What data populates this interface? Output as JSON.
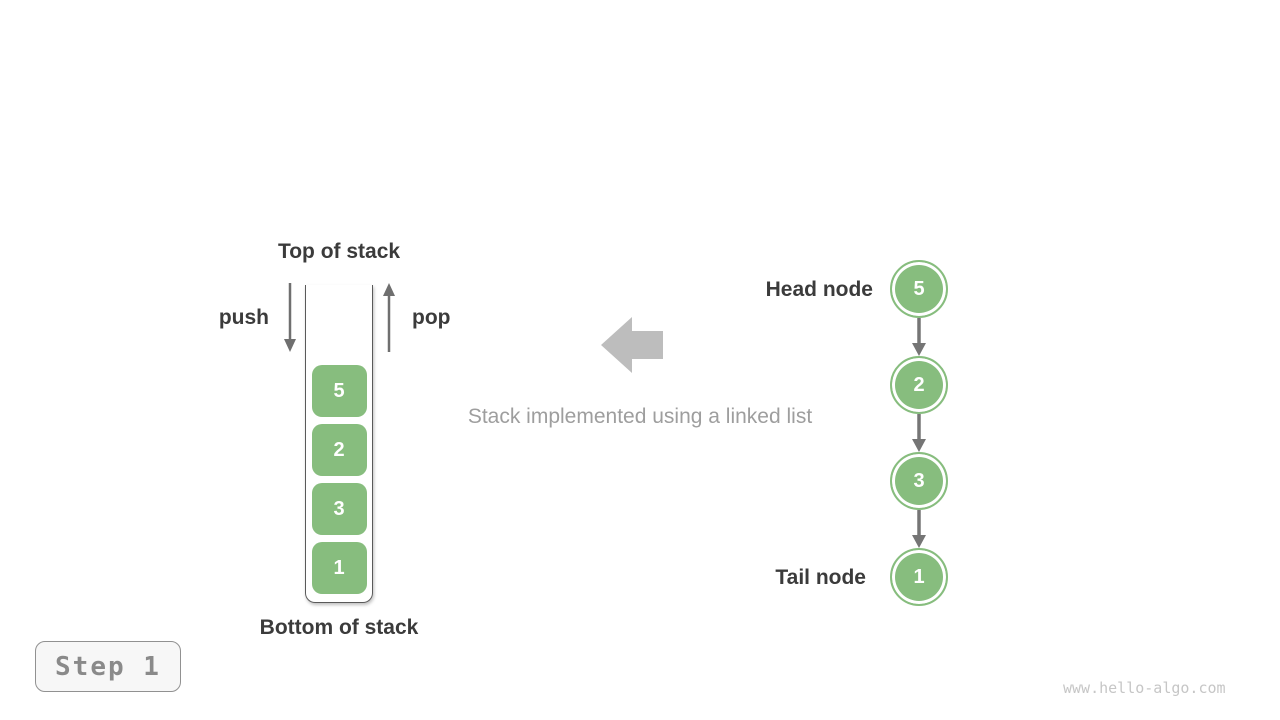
{
  "figure": {
    "caption": "Stack implemented using a linked list"
  },
  "stack": {
    "top_label": "Top of stack",
    "bottom_label": "Bottom of stack",
    "push_label": "push",
    "pop_label": "pop",
    "values": [
      "5",
      "2",
      "3",
      "1"
    ]
  },
  "linked_list": {
    "head_label": "Head node",
    "tail_label": "Tail node",
    "values": [
      "5",
      "2",
      "3",
      "1"
    ]
  },
  "step_badge": {
    "label": "Step 1"
  },
  "watermark": "www.hello-algo.com",
  "colors": {
    "node_green": "#87bd7e",
    "label_dark": "#3b3b3b",
    "caption_gray": "#9e9e9e",
    "big_arrow_gray": "#bdbdbd",
    "small_arrow_gray": "#6f6f6f",
    "container_border": "#5a5a5a",
    "badge_text": "#8a8a8a",
    "watermark_gray": "#c6c6c6"
  }
}
